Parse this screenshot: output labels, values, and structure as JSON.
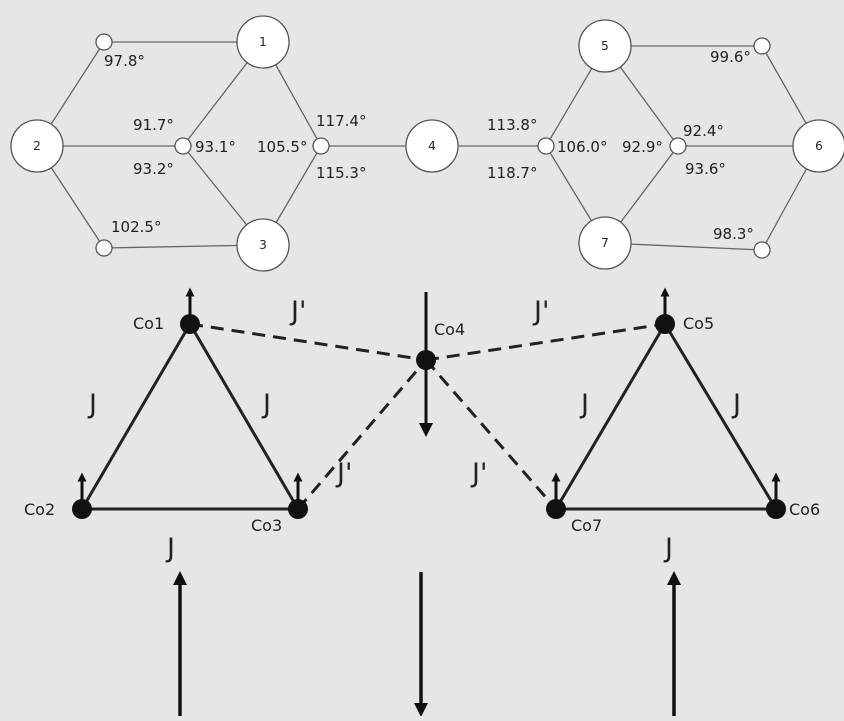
{
  "top": {
    "large_atoms": [
      "1",
      "2",
      "3",
      "4",
      "5",
      "6",
      "7"
    ],
    "angles": [
      "97.8°",
      "91.7°",
      "93.1°",
      "105.5°",
      "117.4°",
      "93.2°",
      "115.3°",
      "102.5°",
      "113.8°",
      "106.0°",
      "92.9°",
      "92.4°",
      "99.6°",
      "118.7°",
      "93.6°",
      "98.3°"
    ]
  },
  "bottom": {
    "sites": [
      "Co1",
      "Co2",
      "Co3",
      "Co4",
      "Co5",
      "Co6",
      "Co7"
    ],
    "coupling": {
      "intra": "J",
      "inter": "J'"
    }
  }
}
